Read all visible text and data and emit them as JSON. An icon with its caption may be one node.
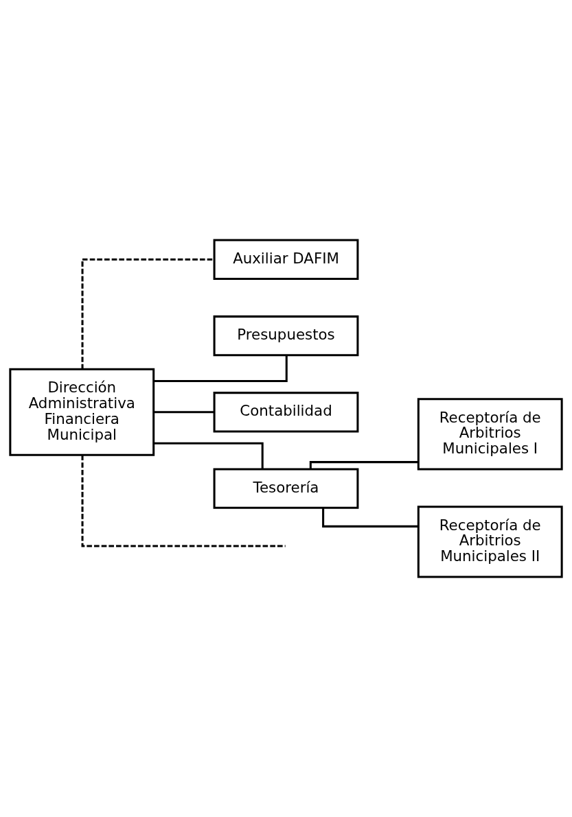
{
  "diagram": {
    "nodes": [
      {
        "text": [
          "Dirección Administrativa Financiera Municipal"
        ]
      },
      {
        "text": [
          "Auxiliar DAFIM"
        ]
      },
      {
        "text": [
          "Presupuestos"
        ]
      },
      {
        "text": [
          "Contabilidad"
        ]
      },
      {
        "text": [
          "Tesorería"
        ]
      },
      {
        "text": [
          "Receptoría de Arbitrios Municipales I"
        ]
      },
      {
        "text": [
          "Receptoría de Arbitrios Municipales II"
        ]
      }
    ],
    "edges": [
      {
        "from": 0,
        "to": null,
        "arrow": "none",
        "style": "dashed"
      },
      {
        "from": 0,
        "to": 1,
        "arrow": "none",
        "style": "dashed"
      },
      {
        "from": 0,
        "to": 2,
        "arrow": "none"
      },
      {
        "from": 0,
        "to": 3,
        "arrow": "none"
      },
      {
        "from": 0,
        "to": 4,
        "arrow": "none"
      },
      {
        "from": 4,
        "to": 5,
        "arrow": "none"
      },
      {
        "from": 4,
        "to": 6,
        "arrow": "none"
      }
    ]
  }
}
